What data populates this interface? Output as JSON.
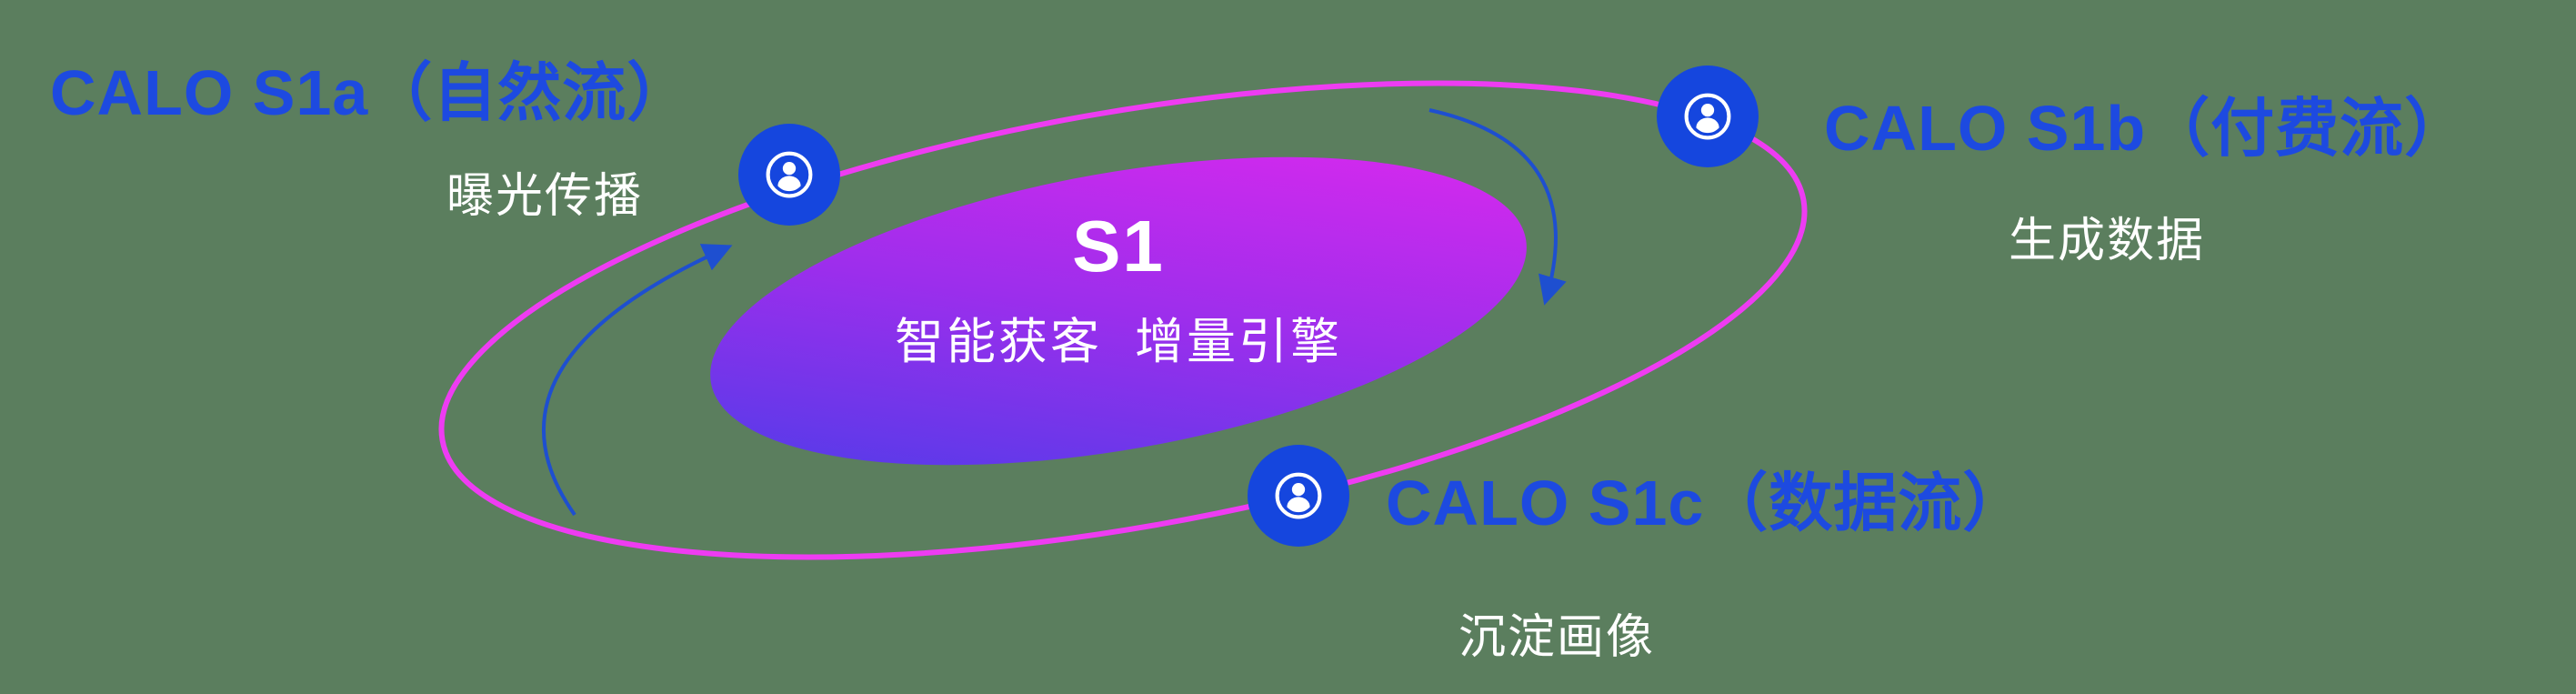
{
  "diagram": {
    "center": {
      "title": "S1",
      "subtitle": "智能获客  增量引擎"
    },
    "nodes": [
      {
        "id": "s1a",
        "label": "CALO S1a（自然流）",
        "sublabel": "曝光传播",
        "icon": "user-circle-icon"
      },
      {
        "id": "s1b",
        "label": "CALO S1b（付费流）",
        "sublabel": "生成数据",
        "icon": "user-circle-icon"
      },
      {
        "id": "s1c",
        "label": "CALO S1c（数据流）",
        "sublabel": "沉淀画像",
        "icon": "user-circle-icon"
      }
    ],
    "colors": {
      "background": "#5b7e5e",
      "label_blue": "#1d4ae0",
      "node_blue": "#1546de",
      "orbit_stroke": "#ee3cf2",
      "core_gradient_start": "#453ee8",
      "core_gradient_mid": "#9c2eec",
      "core_gradient_end": "#e428ee",
      "arrow_blue": "#1e4fd0",
      "text_white": "#ffffff"
    }
  }
}
